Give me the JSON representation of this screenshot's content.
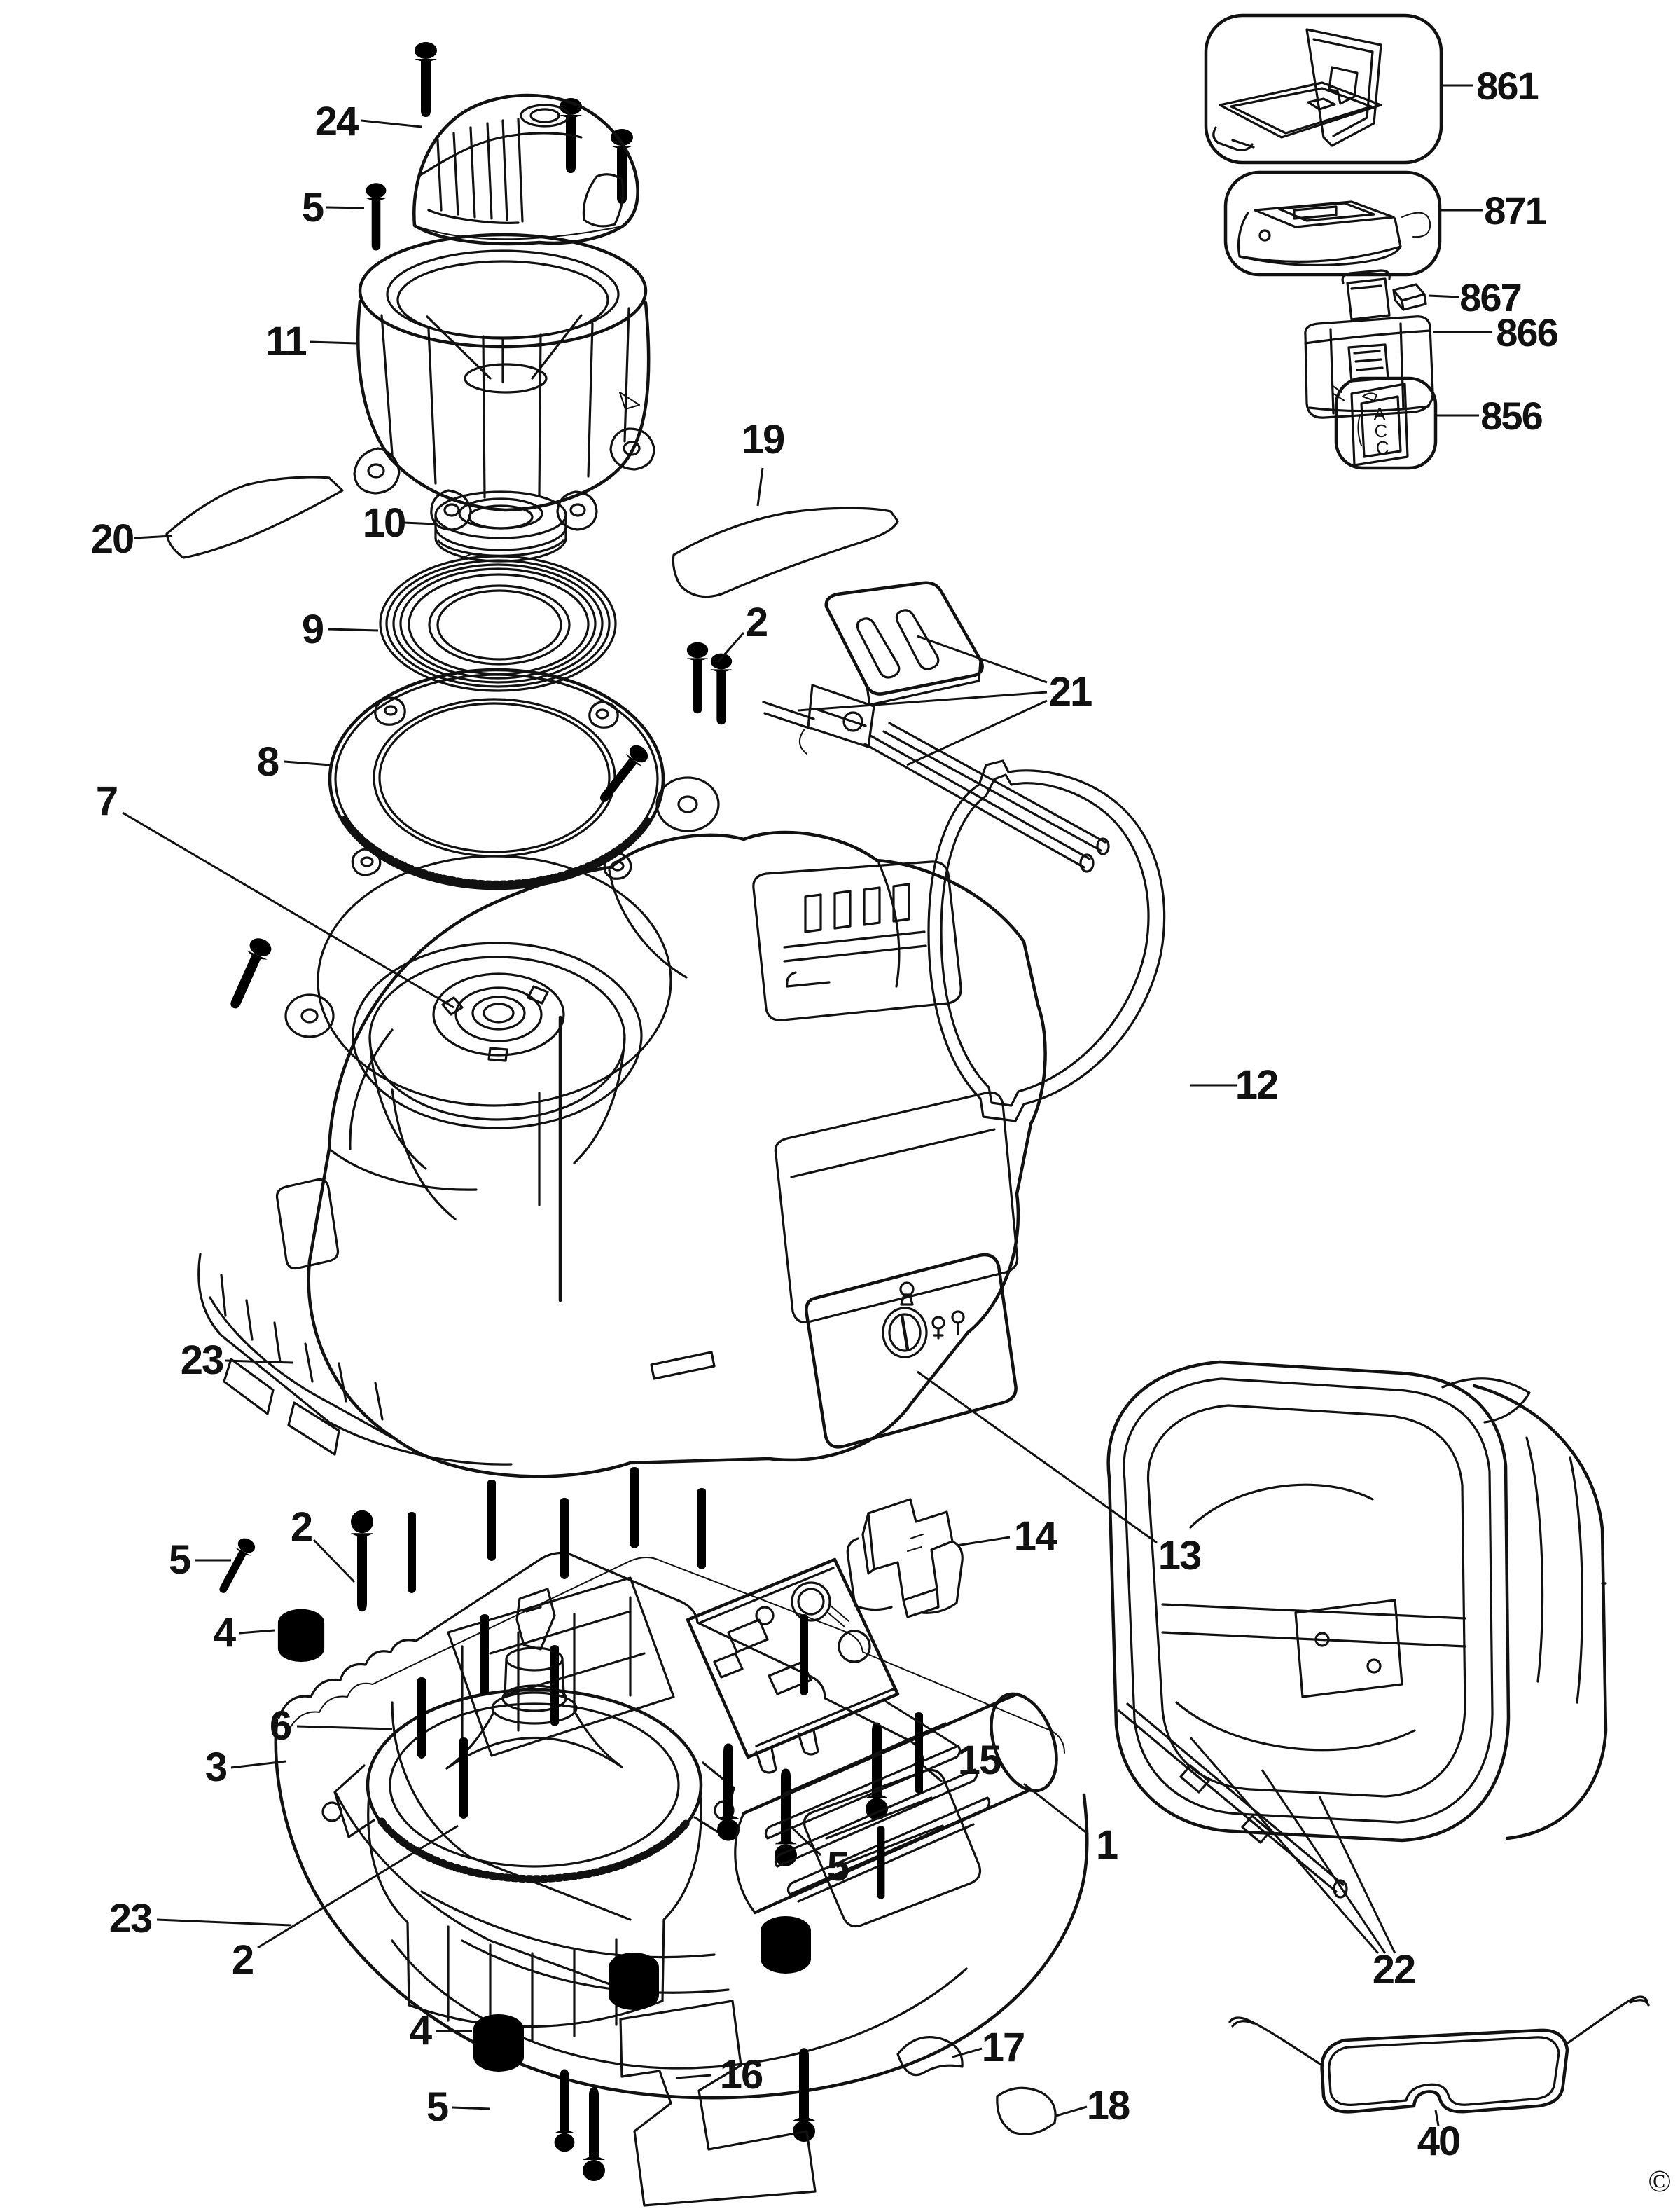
{
  "figure": {
    "kind": "exploded-parts-diagram",
    "background_color": "#ffffff",
    "line_color": "#111111"
  },
  "callouts": {
    "c24": "24",
    "c5a": "5",
    "c11": "11",
    "c20": "20",
    "c10": "10",
    "c9": "9",
    "c8": "8",
    "c7": "7",
    "c19": "19",
    "c2a": "2",
    "c21": "21",
    "c861": "861",
    "c871": "871",
    "c867": "867",
    "c866": "866",
    "c856": "856",
    "c12": "12",
    "c23a": "23",
    "c13": "13",
    "c14": "14",
    "c15": "15",
    "c6": "6",
    "c5b": "5",
    "c2b": "2",
    "c5c": "5",
    "c4a": "4",
    "c3": "3",
    "c1": "1",
    "c23b": "23",
    "c2c": "2",
    "c22": "22",
    "c4b": "4",
    "c16": "16",
    "c5d": "5",
    "c17": "17",
    "c18": "18",
    "c40": "40"
  },
  "acc_letters": [
    "A",
    "C",
    "C"
  ],
  "copyright_mark": "©"
}
